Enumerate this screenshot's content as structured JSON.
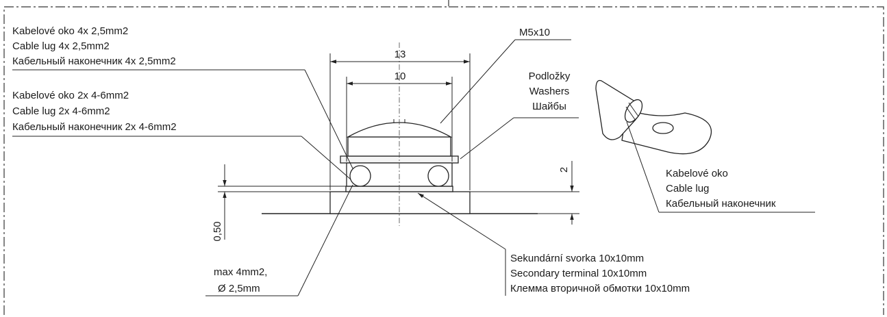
{
  "labels": {
    "cable_lug_4x": [
      "Kabelové oko 4x 2,5mm2",
      "Cable lug 4x 2,5mm2",
      "Кабельный наконечник 4x 2,5mm2"
    ],
    "cable_lug_2x": [
      "Kabelové oko 2x 4-6mm2",
      "Cable lug 2x 4-6mm2",
      "Кабельный наконечник 2x 4-6mm2"
    ],
    "screw": "M5x10",
    "washers": [
      "Podložky",
      "Washers",
      "Шайбы"
    ],
    "cable_lug": [
      "Kabelové oko",
      "Cable lug",
      "Кабельный наконечник"
    ],
    "max_wire": [
      "max 4mm2,",
      "Ø  2,5mm"
    ],
    "secondary_terminal": [
      "Sekundární svorka 10x10mm",
      "Secondary terminal 10x10mm",
      "Клемма вторичной обмотки 10x10mm"
    ]
  },
  "dimensions": {
    "width_outer": "13",
    "width_inner": "10",
    "height_right": "2",
    "height_left": "0,50"
  }
}
